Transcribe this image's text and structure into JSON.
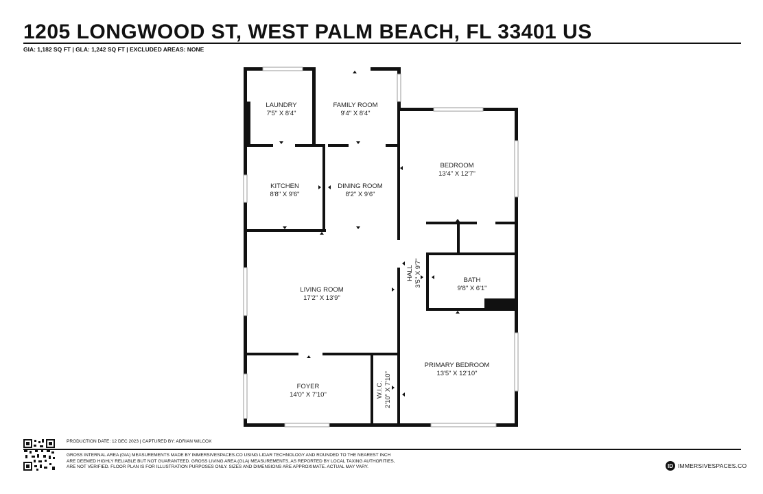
{
  "header": {
    "address": "1205 LONGWOOD ST, WEST PALM BEACH, FL 33401 US",
    "areas": "GIA: 1,182 SQ FT  |  GLA: 1,242 SQ FT  |  EXCLUDED AREAS: NONE"
  },
  "rooms": {
    "laundry": {
      "name": "LAUNDRY",
      "dims": "7'5\" X 8'4\""
    },
    "family_room": {
      "name": "FAMILY ROOM",
      "dims": "9'4\" X 8'4\""
    },
    "bedroom": {
      "name": "BEDROOM",
      "dims": "13'4\" X 12'7\""
    },
    "kitchen": {
      "name": "KITCHEN",
      "dims": "8'8\" X 9'6\""
    },
    "dining_room": {
      "name": "DINING ROOM",
      "dims": "8'2\" X 9'6\""
    },
    "hall": {
      "name": "HALL",
      "dims": "3'5\" X 9'7\""
    },
    "bath": {
      "name": "BATH",
      "dims": "9'8\" X 6'1\""
    },
    "living_room": {
      "name": "LIVING ROOM",
      "dims": "17'2\" X 13'9\""
    },
    "primary_bedroom": {
      "name": "PRIMARY BEDROOM",
      "dims": "13'5\" X 12'10\""
    },
    "foyer": {
      "name": "FOYER",
      "dims": "14'0\" X 7'10\""
    },
    "wic": {
      "name": "W.I.C.",
      "dims": "2'10\" X 7'10\""
    }
  },
  "footer": {
    "production": "PRODUCTION DATE: 12 DEC 2023  |  CAPTURED BY: ADRIAN WILCOX",
    "disclaimer": [
      "GROSS INTERNAL AREA (GIA) MEASUREMENTS MADE BY IMMERSIVESPACES.CO USING LIDAR TECHNOLOGY AND ROUNDED TO THE NEAREST INCH",
      "ARE DEEMED HIGHLY RELIABLE BUT NOT GUARANTEED. GROSS LIVING AREA (GLA) MEASUREMENTS, AS REPORTED BY LOCAL TAXING AUTHORITIES,",
      "ARE NOT VERIFIED. FLOOR PLAN IS FOR ILLUSTRATION PURPOSES ONLY. SIZES AND DIMENSIONS ARE APPROXIMATE. ACTUAL MAY VARY."
    ],
    "brand": "IMMERSIVESPACES.CO",
    "brand_logo": "ID"
  }
}
